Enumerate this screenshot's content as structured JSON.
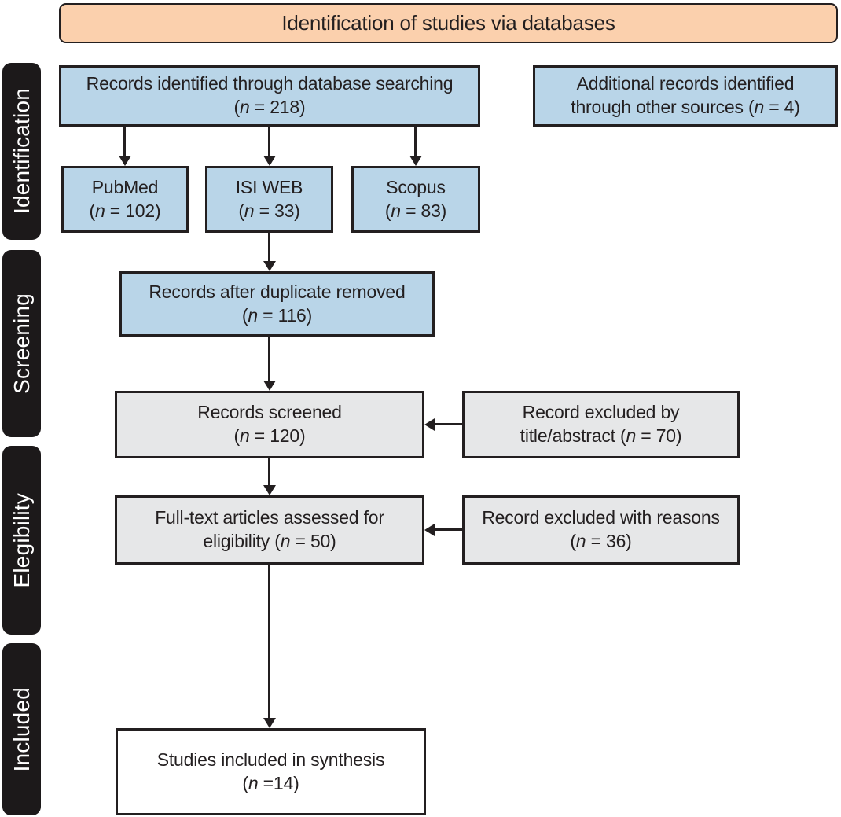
{
  "banner": {
    "label": "Identification of studies via databases"
  },
  "sidebar": {
    "stages": [
      {
        "label": "Identification"
      },
      {
        "label": "Screening"
      },
      {
        "label": "Elegibility"
      },
      {
        "label": "Included"
      }
    ]
  },
  "boxes": {
    "records_identified": {
      "line1": "Records identified through database searching",
      "line2": "(n = 218)"
    },
    "additional_records": {
      "line1": "Additional records identified",
      "line2": "through other sources (n = 4)"
    },
    "pubmed": {
      "line1": "PubMed",
      "line2": "(n = 102)"
    },
    "isi_web": {
      "line1": "ISI WEB",
      "line2": "(n = 33)"
    },
    "scopus": {
      "line1": "Scopus",
      "line2": "(n = 83)"
    },
    "duplicates_removed": {
      "line1": "Records after duplicate removed",
      "line2": "(n = 116)"
    },
    "records_screened": {
      "line1": "Records screened",
      "line2": "(n = 120)"
    },
    "excluded_title_abstract": {
      "line1": "Record excluded by",
      "line2": "title/abstract (n = 70)"
    },
    "fulltext_assessed": {
      "line1": "Full-text articles assessed for",
      "line2": "eligibility (n = 50)"
    },
    "excluded_with_reasons": {
      "line1": "Record excluded with reasons",
      "line2": "(n = 36)"
    },
    "studies_included": {
      "line1": "Studies included in synthesis",
      "line2": "(n =14)"
    }
  },
  "colors": {
    "banner_fill": "#FBD0AD",
    "box_blue": "#B9D5E8",
    "box_gray": "#E6E7E8",
    "box_white": "#FFFFFF",
    "stage_fill": "#1C191A",
    "stage_text": "#FFFFFF",
    "line": "#231F20",
    "text": "#231F20"
  }
}
